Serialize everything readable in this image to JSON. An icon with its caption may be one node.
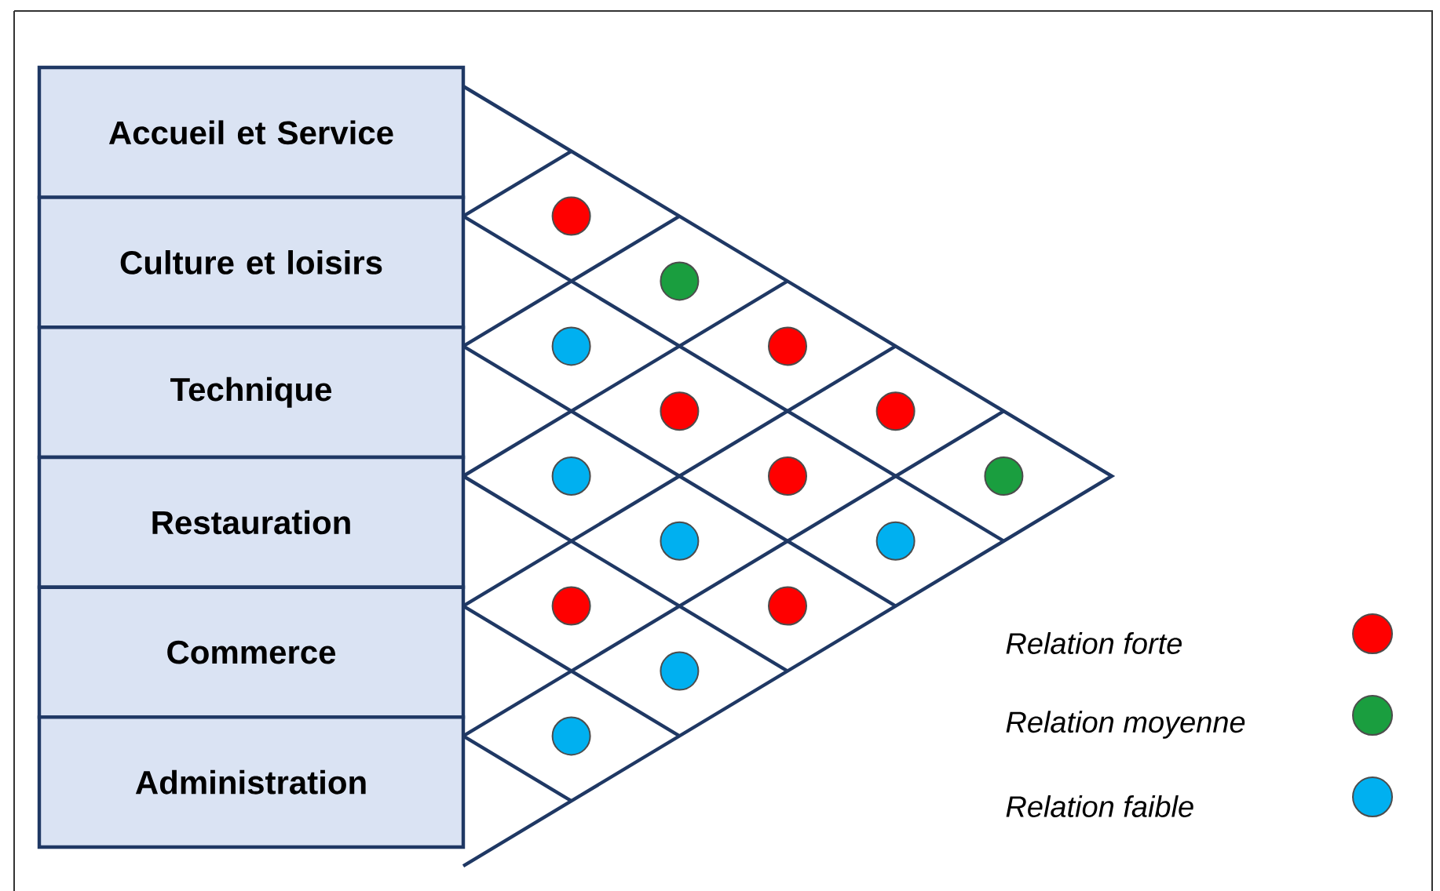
{
  "diagram": {
    "nodes": [
      {
        "text": [
          "Accueil et Service"
        ]
      },
      {
        "text": [
          "Culture et loisirs"
        ]
      },
      {
        "text": [
          "Technique"
        ]
      },
      {
        "text": [
          "Restauration"
        ]
      },
      {
        "text": [
          "Commerce"
        ]
      },
      {
        "text": [
          "Administration"
        ]
      },
      {
        "text": [],
        "shape": "circle"
      },
      {
        "text": [],
        "shape": "circle"
      },
      {
        "text": [],
        "shape": "circle"
      },
      {
        "text": [],
        "shape": "circle"
      },
      {
        "text": [],
        "shape": "circle"
      },
      {
        "text": [],
        "shape": "circle"
      },
      {
        "text": [],
        "shape": "circle"
      },
      {
        "text": [],
        "shape": "circle"
      },
      {
        "text": [],
        "shape": "circle"
      },
      {
        "text": [],
        "shape": "circle"
      },
      {
        "text": [],
        "shape": "circle"
      },
      {
        "text": [],
        "shape": "circle"
      },
      {
        "text": [],
        "shape": "circle"
      },
      {
        "text": [],
        "shape": "circle"
      },
      {
        "text": [],
        "shape": "circle"
      }
    ],
    "legend": [
      {
        "text": "Relation forte",
        "color": "#ff0000"
      },
      {
        "text": "Relation moyenne",
        "color": "#1a9e3f"
      },
      {
        "text": "Relation faible",
        "color": "#00b0f0"
      }
    ]
  }
}
